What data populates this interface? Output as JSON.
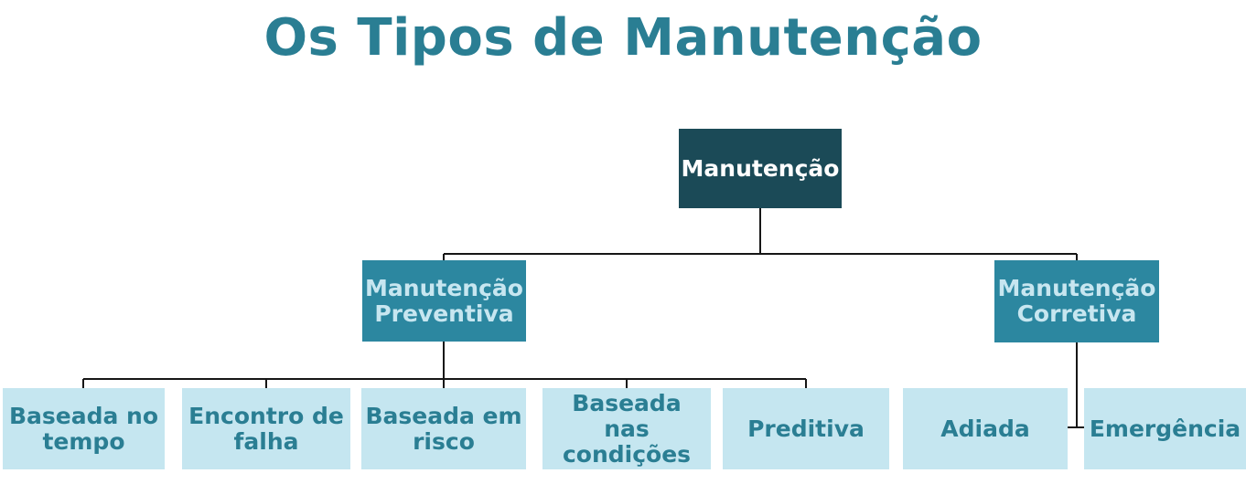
{
  "title": "Os Tipos de Manutenção",
  "palette": {
    "title_color": "#2a7e93",
    "root_bg": "#1b4a57",
    "root_text": "#ffffff",
    "branch_bg": "#2c87a0",
    "branch_text": "#c7e6f0",
    "leaf_bg": "#c5e6f0",
    "leaf_text": "#2a7e93",
    "connector": "#161616"
  },
  "chart_data": {
    "type": "org-tree",
    "title": "Os Tipos de Manutenção",
    "root": {
      "label": "Manutenção"
    },
    "branches": [
      {
        "label": "Manutenção\nPreventiva",
        "children": [
          {
            "label": "Baseada no\ntempo"
          },
          {
            "label": "Encontro de\nfalha"
          },
          {
            "label": "Baseada em\nrisco"
          },
          {
            "label": "Baseada\nnas\ncondições"
          },
          {
            "label": "Preditiva"
          }
        ]
      },
      {
        "label": "Manutenção\nCorretiva",
        "children": [
          {
            "label": "Adiada"
          },
          {
            "label": "Emergência"
          }
        ]
      }
    ]
  }
}
